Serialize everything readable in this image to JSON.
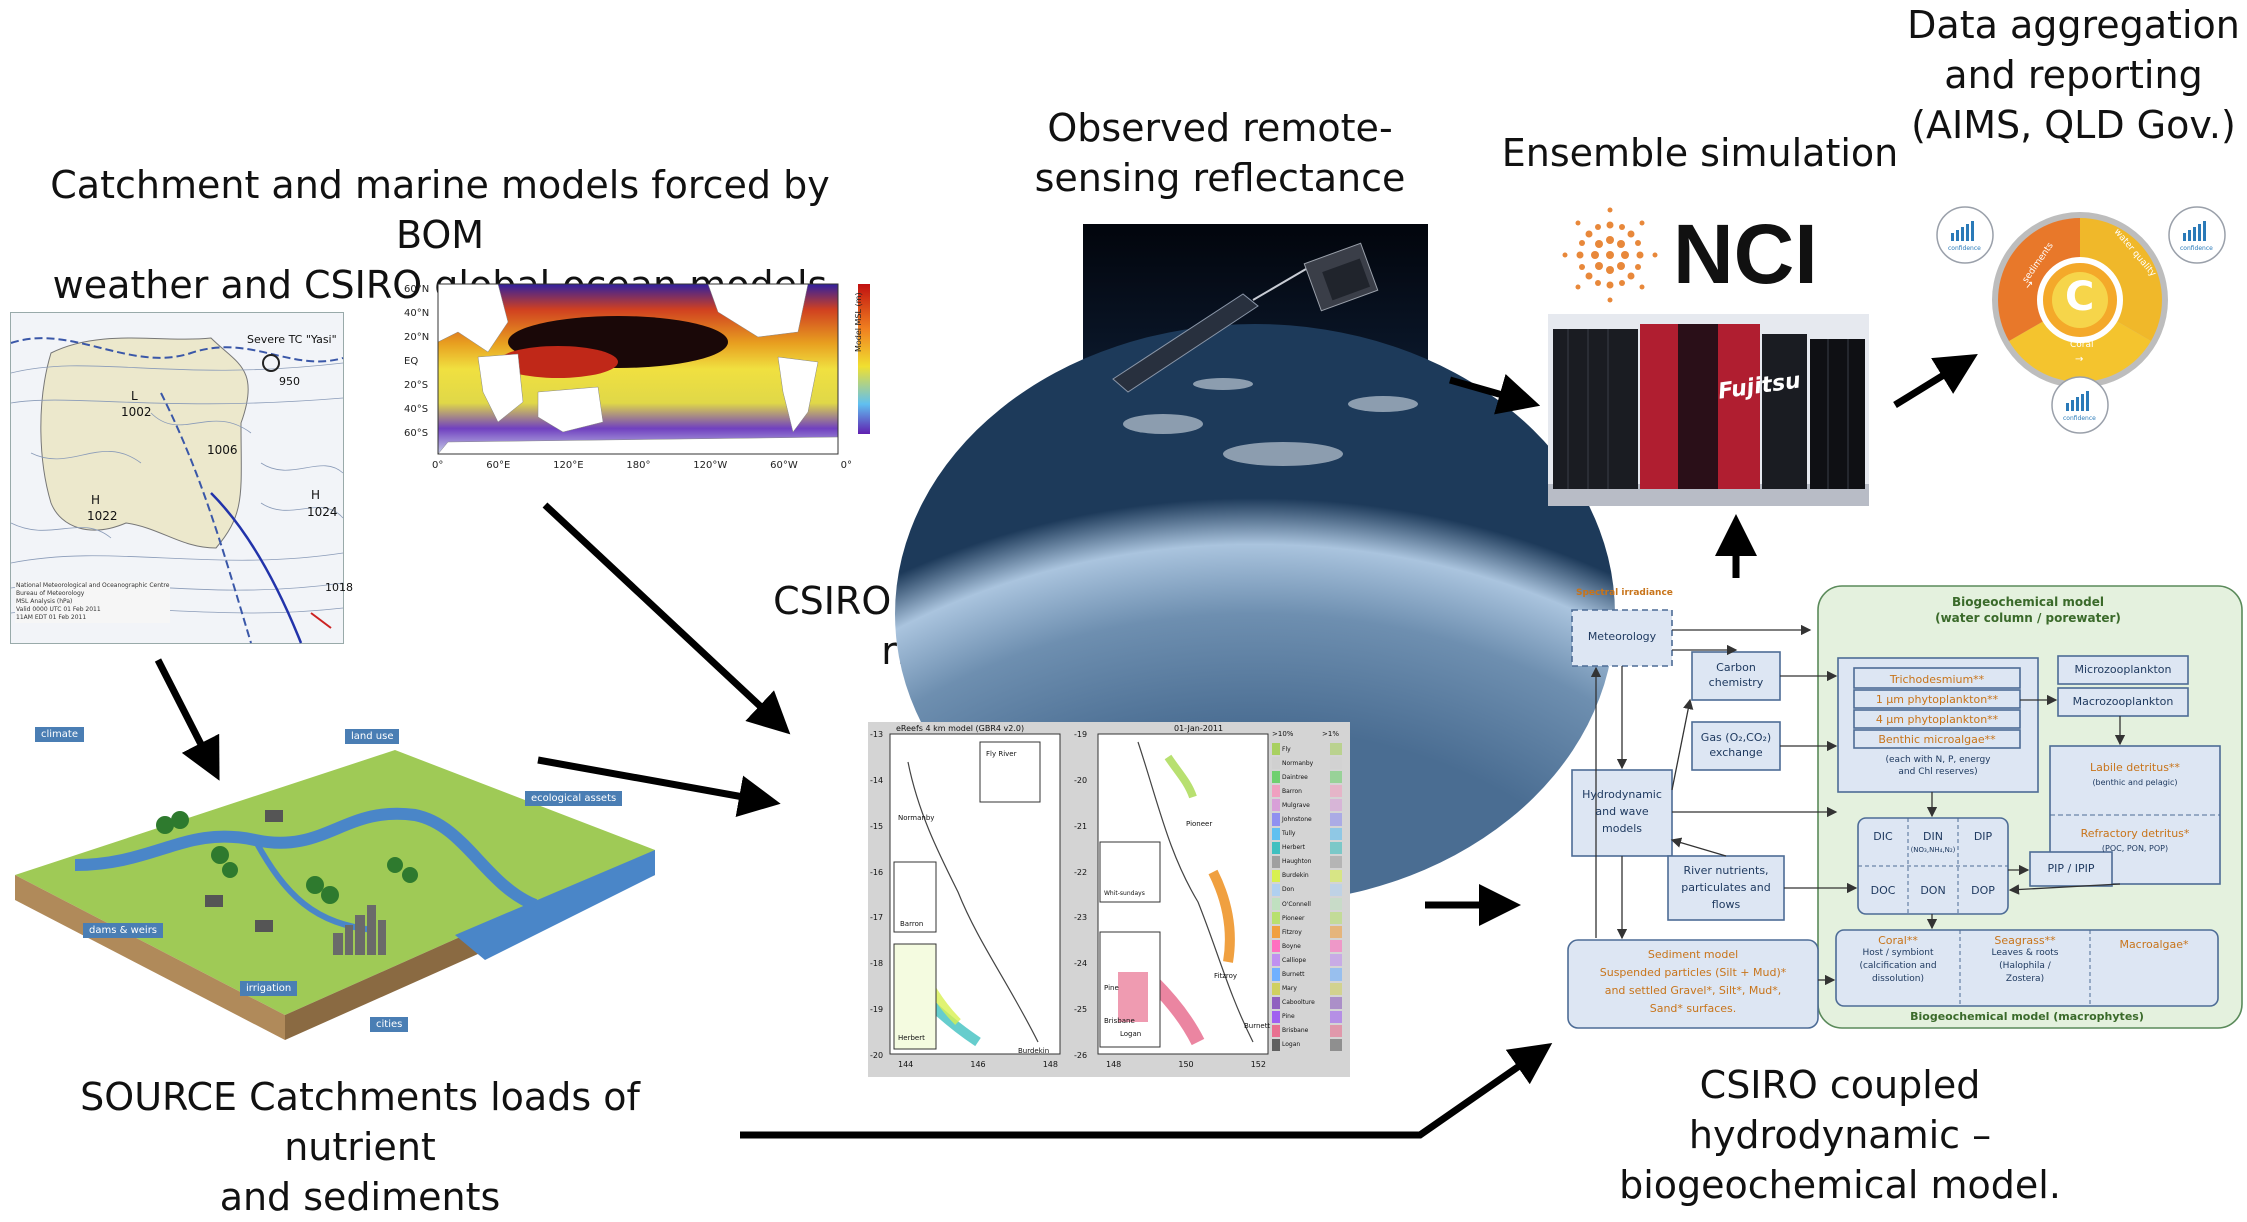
{
  "captions": {
    "catchment": [
      "Catchment and marine models forced by BOM",
      "weather and CSIRO global ocean models"
    ],
    "remote": [
      "Observed remote-",
      "sensing reflectance"
    ],
    "ensemble": "Ensemble simulation",
    "aggregation": [
      "Data aggregation",
      "and reporting",
      "(AIMS, QLD Gov.)"
    ],
    "hydro": [
      "CSIRO hydrodynamic modelling with",
      "river footprint estimation"
    ],
    "source": [
      "SOURCE Catchments loads of nutrient",
      "and sediments"
    ],
    "coupled": [
      "CSIRO coupled hydrodynamic –",
      "biogeochemical model."
    ]
  },
  "nci": {
    "logo_text": "NCI",
    "rack_text": "Fujitsu"
  },
  "weather_map": {
    "cyclone": "Severe TC \"Yasi\"",
    "pressures": [
      "L",
      "1002",
      "1006",
      "H",
      "1022",
      "H",
      "1024",
      "950",
      "1018"
    ],
    "footer": [
      "National Meteorological and Oceanographic Centre",
      "Bureau of Meteorology",
      "MSL Analysis (hPa)",
      "Valid 0000 UTC 01 Feb 2011",
      "11AM EDT 01 Feb 2011"
    ]
  },
  "ocean_map": {
    "lat_labels": [
      "60°N",
      "40°N",
      "20°N",
      "EQ",
      "20°S",
      "40°S",
      "60°S"
    ],
    "lon_labels": [
      "0°",
      "60°E",
      "120°E",
      "180°",
      "120°W",
      "60°W",
      "0°"
    ],
    "colorbar_label": "Model MSL (m)"
  },
  "catchment_labels": [
    "climate",
    "land use",
    "ecological assets",
    "dams & weirs",
    "irrigation",
    "cities"
  ],
  "ereefs": {
    "title": "eReefs 4 km model (GBR4 v2.0)",
    "date": "01-Jan-2011",
    "left_y": [
      "-13",
      "-14",
      "-15",
      "-16",
      "-17",
      "-18",
      "-19",
      "-20"
    ],
    "right_y": [
      "-19",
      "-20",
      "-21",
      "-22",
      "-23",
      "-24",
      "-25",
      "-26"
    ],
    "left_x": [
      "144",
      "146",
      "148"
    ],
    "right_x": [
      "148",
      "150",
      "152"
    ],
    "places": [
      "Fly River",
      "Normanby",
      "Barron",
      "Herbert",
      "Burdekin",
      "Pioneer",
      "Whit-sundays",
      "Fitzroy",
      "Pine",
      "Brisbane",
      "Logan",
      "Burnett"
    ],
    "legend_head": [
      ">10%",
      ">1%"
    ],
    "rivers": [
      "Fly",
      "Normanby",
      "Daintree",
      "Barron",
      "Mulgrave",
      "Johnstone",
      "Tully",
      "Herbert",
      "Haughton",
      "Burdekin",
      "Don",
      "O'Connell",
      "Pioneer",
      "Fitzroy",
      "Boyne",
      "Calliope",
      "Burnett",
      "Mary",
      "Caboolture",
      "Pine",
      "Brisbane",
      "Logan"
    ]
  },
  "bgc": {
    "spectral": "Spectral irradiance",
    "meteorology": "Meteorology",
    "carbon": [
      "Carbon",
      "chemistry"
    ],
    "gas": [
      "Gas (O₂,CO₂)",
      "exchange"
    ],
    "hydro": [
      "Hydrodynamic",
      "and wave",
      "models"
    ],
    "river": [
      "River nutrients,",
      "particulates and",
      "flows"
    ],
    "sediment": [
      "Sediment model",
      "Suspended particles (Silt + Mud)*",
      "and settled Gravel*, Silt*, Mud*,",
      "Sand* surfaces."
    ],
    "wc_title": [
      "Biogeochemical model",
      "(water column / porewater)"
    ],
    "phyto": [
      "Trichodesmium**",
      "1 μm phytoplankton**",
      "4 μm phytoplankton**",
      "Benthic microalgae**"
    ],
    "phyto_note": [
      "(each with N, P, energy",
      "and Chl reserves)"
    ],
    "micro": "Microzooplankton",
    "macro": "Macrozooplankton",
    "labile": [
      "Labile detritus**",
      "(benthic and pelagic)"
    ],
    "refractory": [
      "Refractory detritus*",
      "(POC, PON, POP)"
    ],
    "nutrients": [
      "DIC",
      "DIN",
      "DIP",
      "(NO₃,NH₄,N₂)",
      "DOC",
      "DON",
      "DOP"
    ],
    "pip": "PIP / IPIP",
    "coral": [
      "Coral**",
      "Host / symbiont",
      "(calcification and",
      "dissolution)"
    ],
    "seagrass": [
      "Seagrass**",
      "Leaves & roots",
      "(Halophila /",
      "Zostera)"
    ],
    "macroalgae": "Macroalgae*",
    "macro_title": "Biogeochemical model (macrophytes)"
  },
  "reporting": {
    "center": "C",
    "labels": [
      "sediments",
      "water quality",
      "Coral"
    ],
    "small": "confidence"
  }
}
